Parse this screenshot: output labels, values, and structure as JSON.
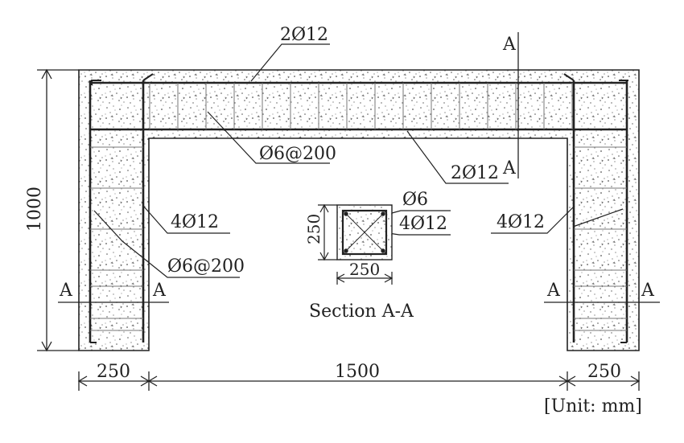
{
  "labels": {
    "top_bar": "2Ø12",
    "bottom_bar": "2Ø12",
    "stirrup_beam": "Ø6@200",
    "left_long": "4Ø12",
    "left_stirrup": "Ø6@200",
    "right_long": "4Ø12",
    "sec_stirrup": "Ø6",
    "sec_long": "4Ø12",
    "sec_width": "250",
    "sec_height": "250",
    "section_title": "Section A-A",
    "cut_a": "A",
    "dim_height": "1000",
    "dim_left": "250",
    "dim_span": "1500",
    "dim_right": "250",
    "unit": "[Unit: mm]"
  },
  "colors": {
    "line": "#222222",
    "concrete_dots": "#555555",
    "background": "#ffffff"
  }
}
